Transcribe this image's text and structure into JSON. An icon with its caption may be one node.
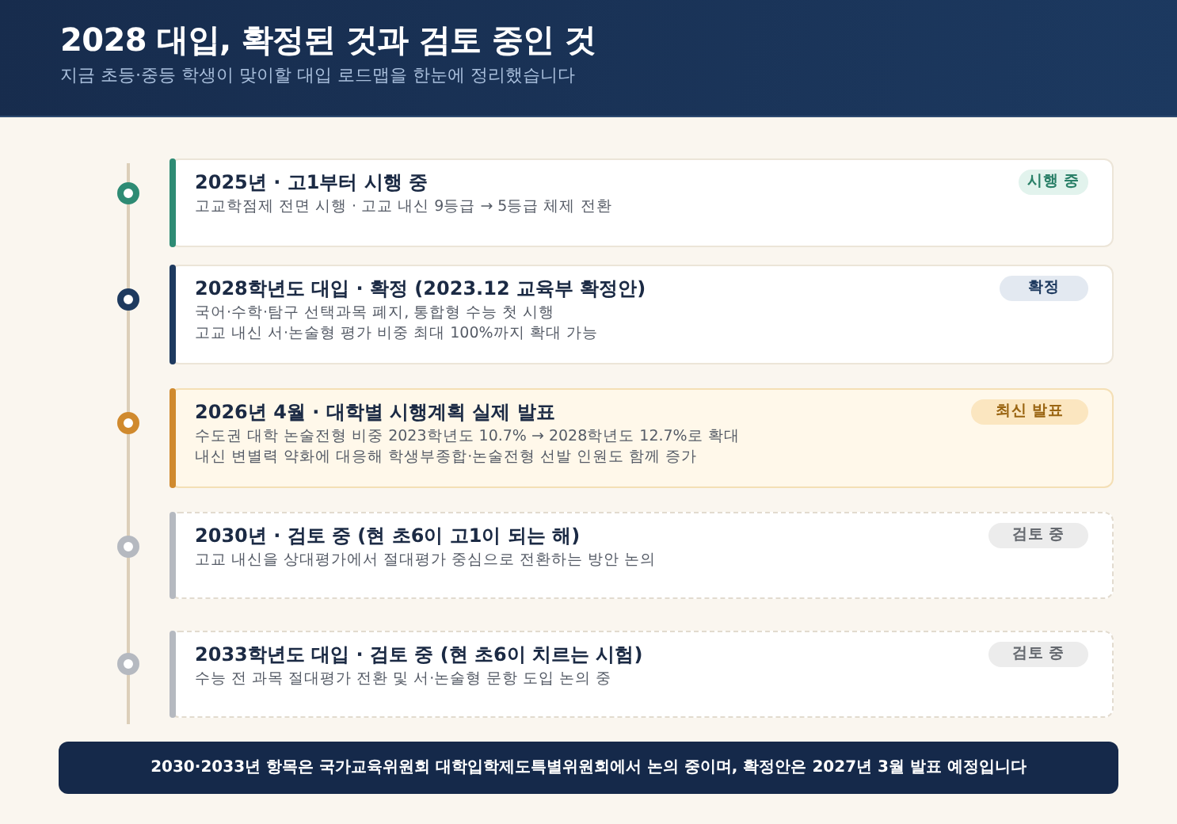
{
  "diagram": {
    "title": "2028 대입, 확정된 것과 검토 중인 것",
    "nodes": [
      {
        "text": [
          "2025년 · 고1부터 시행 중",
          "고교학점제 전면 시행 · 고교 내신 9등급 → 5등급 체제 전환"
        ]
      },
      {
        "text": [
          "시행 중"
        ],
        "in": 0
      },
      {
        "text": [
          "2028학년도 대입 · 확정 (2023.12 교육부 확정안)",
          "국어·수학·탐구 선택과목 폐지, 통합형 수능 첫 시행",
          "고교 내신 서·논술형 평가 비중 최대 100%까지 확대 가능"
        ]
      },
      {
        "text": [
          "확정"
        ],
        "in": 2
      },
      {
        "text": [
          "2026년 4월 · 대학별 시행계획 실제 발표",
          "수도권 대학 논술전형 비중 2023학년도 10.7% → 2028학년도 12.7%로 확대",
          "내신 변별력 약화에 대응해 학생부종합·논술전형 선발 인원도 함께 증가"
        ]
      },
      {
        "text": [
          "최신 발표"
        ],
        "in": 4
      },
      {
        "text": [
          "2030년 · 검토 중 (현 초6이 고1이 되는 해)",
          "고교 내신을 상대평가에서 절대평가 중심으로 전환하는 방안 논의"
        ]
      },
      {
        "text": [
          "검토 중"
        ],
        "in": 6
      },
      {
        "text": [
          "2033학년도 대입 · 검토 중 (현 초6이 치르는 시험)",
          "수능 전 과목 절대평가 전환 및 서·논술형 문항 도입 논의 중"
        ]
      },
      {
        "text": [
          "검토 중"
        ],
        "in": 8
      },
      {
        "text": [
          "2030·2033년 항목은 국가교육위원회 대학입학제도특별위원회에서 논의 중이며, 확정안은 2027년 3월 발표 예정입니다"
        ]
      }
    ],
    "edges": [],
    "labels": [
      "지금 초등·중등 학생이 맞이할 대입 로드맵을 한눈에 정리했습니다"
    ]
  }
}
